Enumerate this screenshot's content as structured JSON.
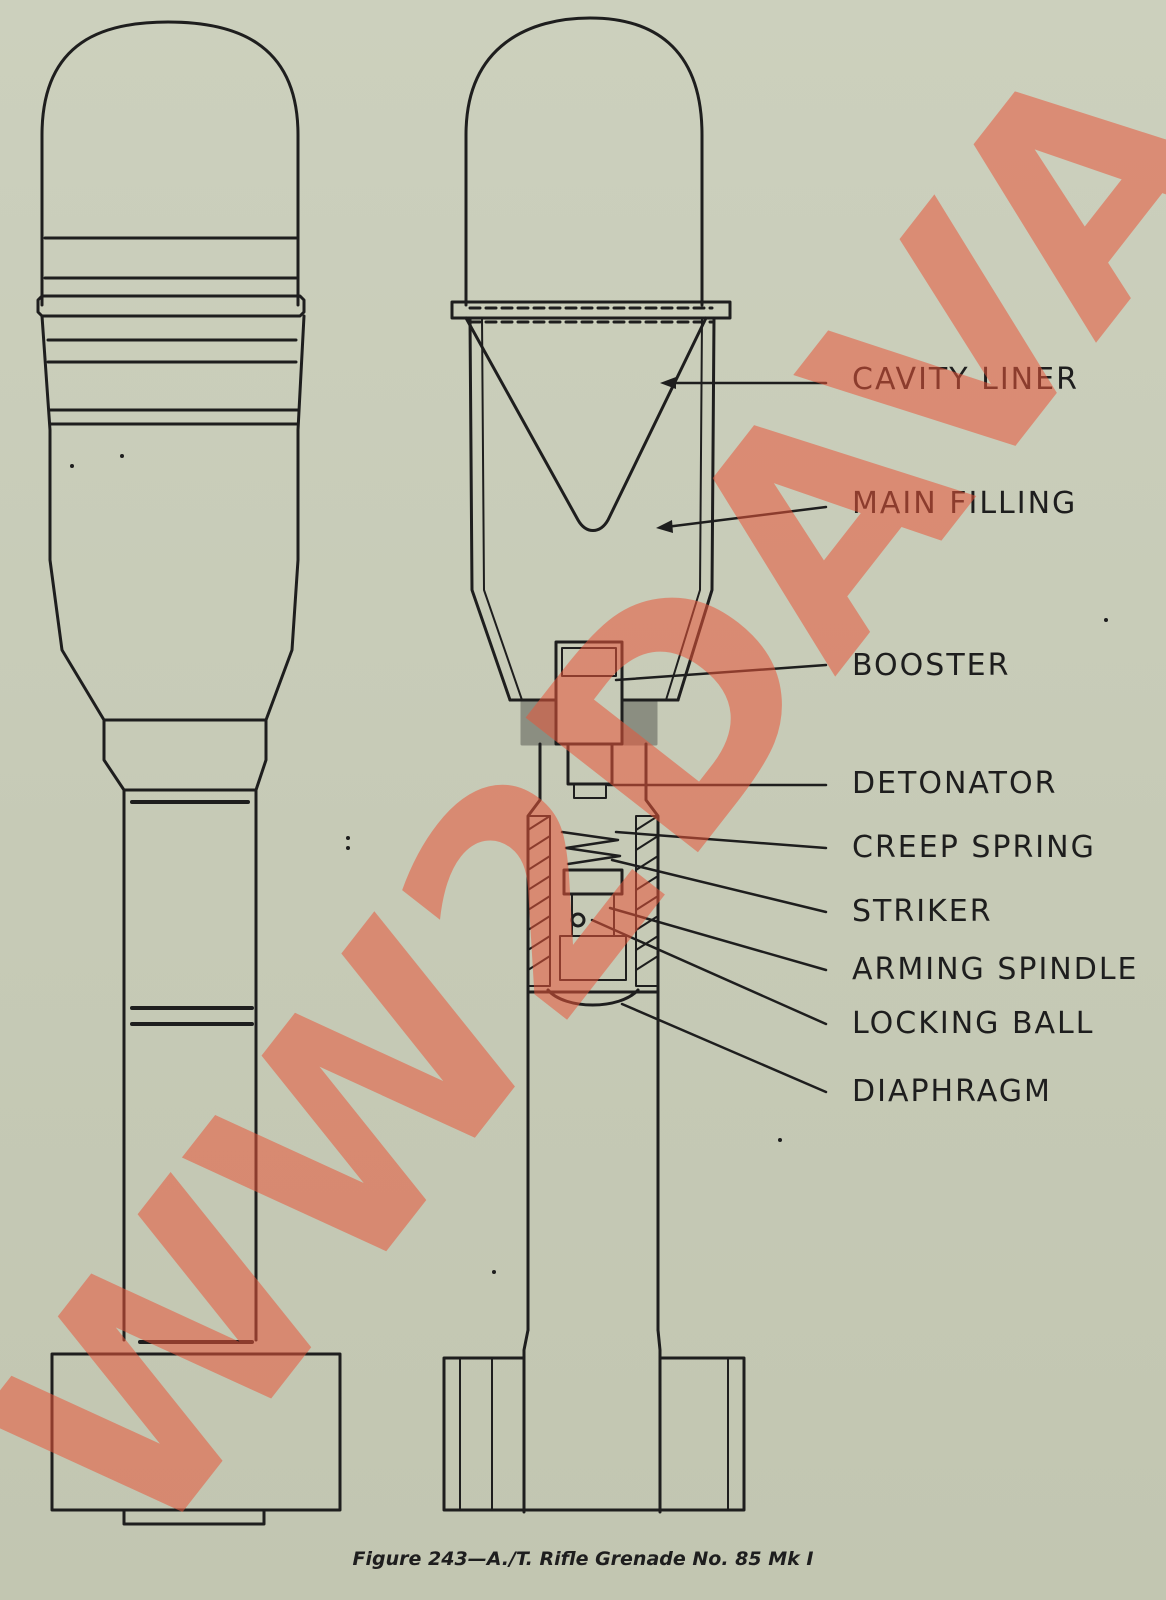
{
  "diagram": {
    "title": "Figure 243—A./T. Rifle Grenade No. 85 Mk I",
    "labels": [
      "CAVITY LINER",
      "MAIN FILLING",
      "BOOSTER",
      "DETONATOR",
      "CREEP SPRING",
      "STRIKER",
      "ARMING SPINDLE",
      "LOCKING BALL",
      "DIAPHRAGM"
    ]
  },
  "watermark": {
    "text": "WW2DAVA",
    "color": "#e8563a"
  },
  "colors": {
    "paper": "#c9cdb9",
    "ink": "#1e1e1e"
  }
}
